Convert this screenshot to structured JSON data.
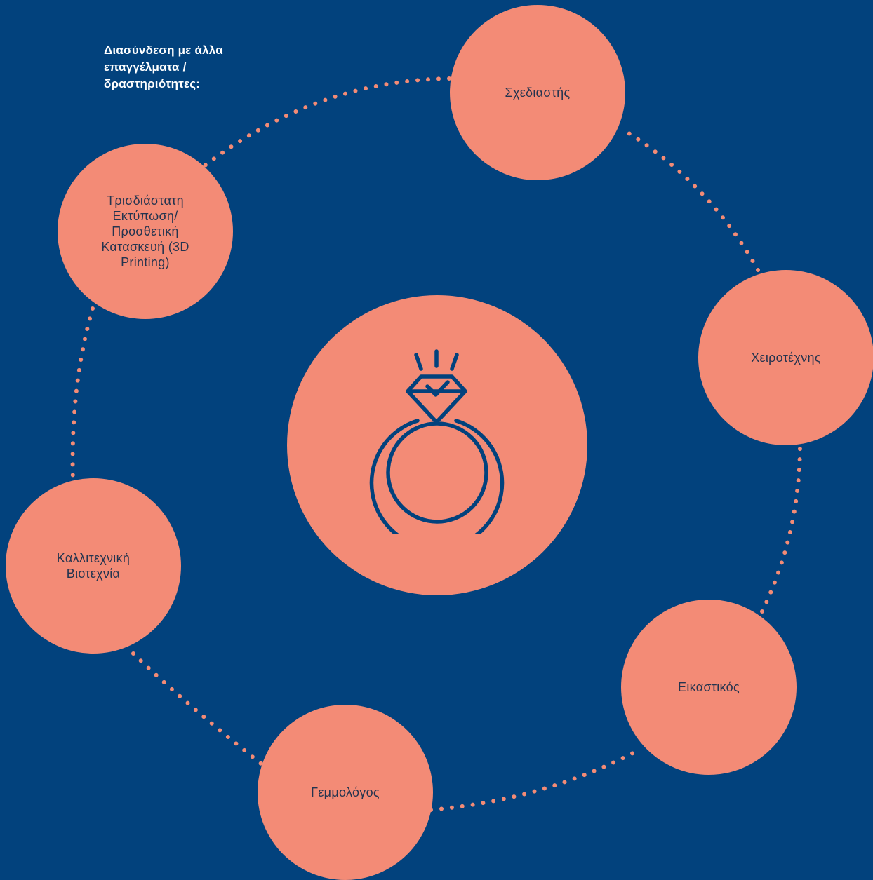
{
  "heading": {
    "lines": [
      "Διασύνδεση με άλλα",
      "επαγγέλματα /",
      "δραστηριότητες:"
    ]
  },
  "center": {
    "icon": "diamond-ring-icon"
  },
  "nodes": [
    {
      "id": "designer",
      "lines": [
        "Σχεδιαστής"
      ]
    },
    {
      "id": "craftsman",
      "lines": [
        "Χειροτέχνης"
      ]
    },
    {
      "id": "visual-artist",
      "lines": [
        "Εικαστικός"
      ]
    },
    {
      "id": "gemologist",
      "lines": [
        "Γεμμολόγος"
      ]
    },
    {
      "id": "artisan",
      "lines": [
        "Καλλιτεχνική",
        "Βιοτεχνία"
      ]
    },
    {
      "id": "3d-printing",
      "lines": [
        "Τρισδιάστατη",
        "Εκτύπωση/",
        "Προσθετική",
        "Κατασκευή (3D",
        "Printing)"
      ]
    }
  ],
  "colors": {
    "background": "#02427d",
    "circle": "#f38b76",
    "dots": "#f38b76",
    "icon": "#02427d",
    "node_text": "#24344f",
    "heading_text": "#ffffff"
  }
}
